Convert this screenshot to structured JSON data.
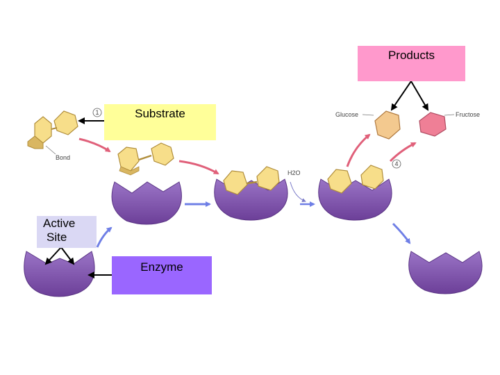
{
  "labels": {
    "products": "Products",
    "substrate": "Substrate",
    "active_site_line1": "Active",
    "active_site_line2": "Site",
    "enzyme": "Enzyme"
  },
  "annotations": {
    "bond": "Bond",
    "glucose": "Glucose",
    "fructose": "Fructose",
    "water": "H2O",
    "step1": "1",
    "step4": "4"
  },
  "colors": {
    "enzyme": "#7b4fa8",
    "substrate": "#f7de8a",
    "glucose": "#f3c98f",
    "fructose": "#ef7f96",
    "arrow_red": "#e0607a",
    "arrow_blue": "#6f7fe6",
    "products_box": "#ff99cc",
    "substrate_box": "#ffff99",
    "active_site_box": "#dad8f4",
    "enzyme_box": "#9a66ff"
  }
}
